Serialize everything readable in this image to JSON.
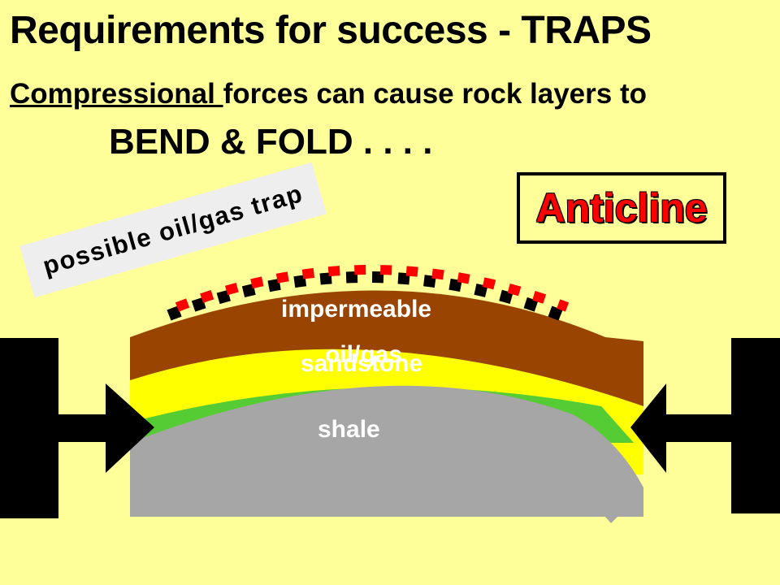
{
  "slide": {
    "title": "Requirements for success - TRAPS",
    "subtitle_underlined": "Compressional ",
    "subtitle_rest": "forces can cause rock layers to",
    "subline": "BEND & FOLD . . . .",
    "trap_label": "possible oil/gas trap",
    "structure_label": "Anticline"
  },
  "layers": {
    "impermeable": "impermeable",
    "oilgas": "oil/gas",
    "sandstone": "sandstone",
    "shale": "shale"
  },
  "colors": {
    "background": "#ffff99",
    "impermeable": "#994400",
    "sandstone": "#ffff00",
    "oil_gas": "#55cc33",
    "shale": "#a6a6a6",
    "dashes_red": "#ff0000",
    "dashes_black": "#000000",
    "arrows": "#000000",
    "anticline_text": "#ff0000"
  }
}
